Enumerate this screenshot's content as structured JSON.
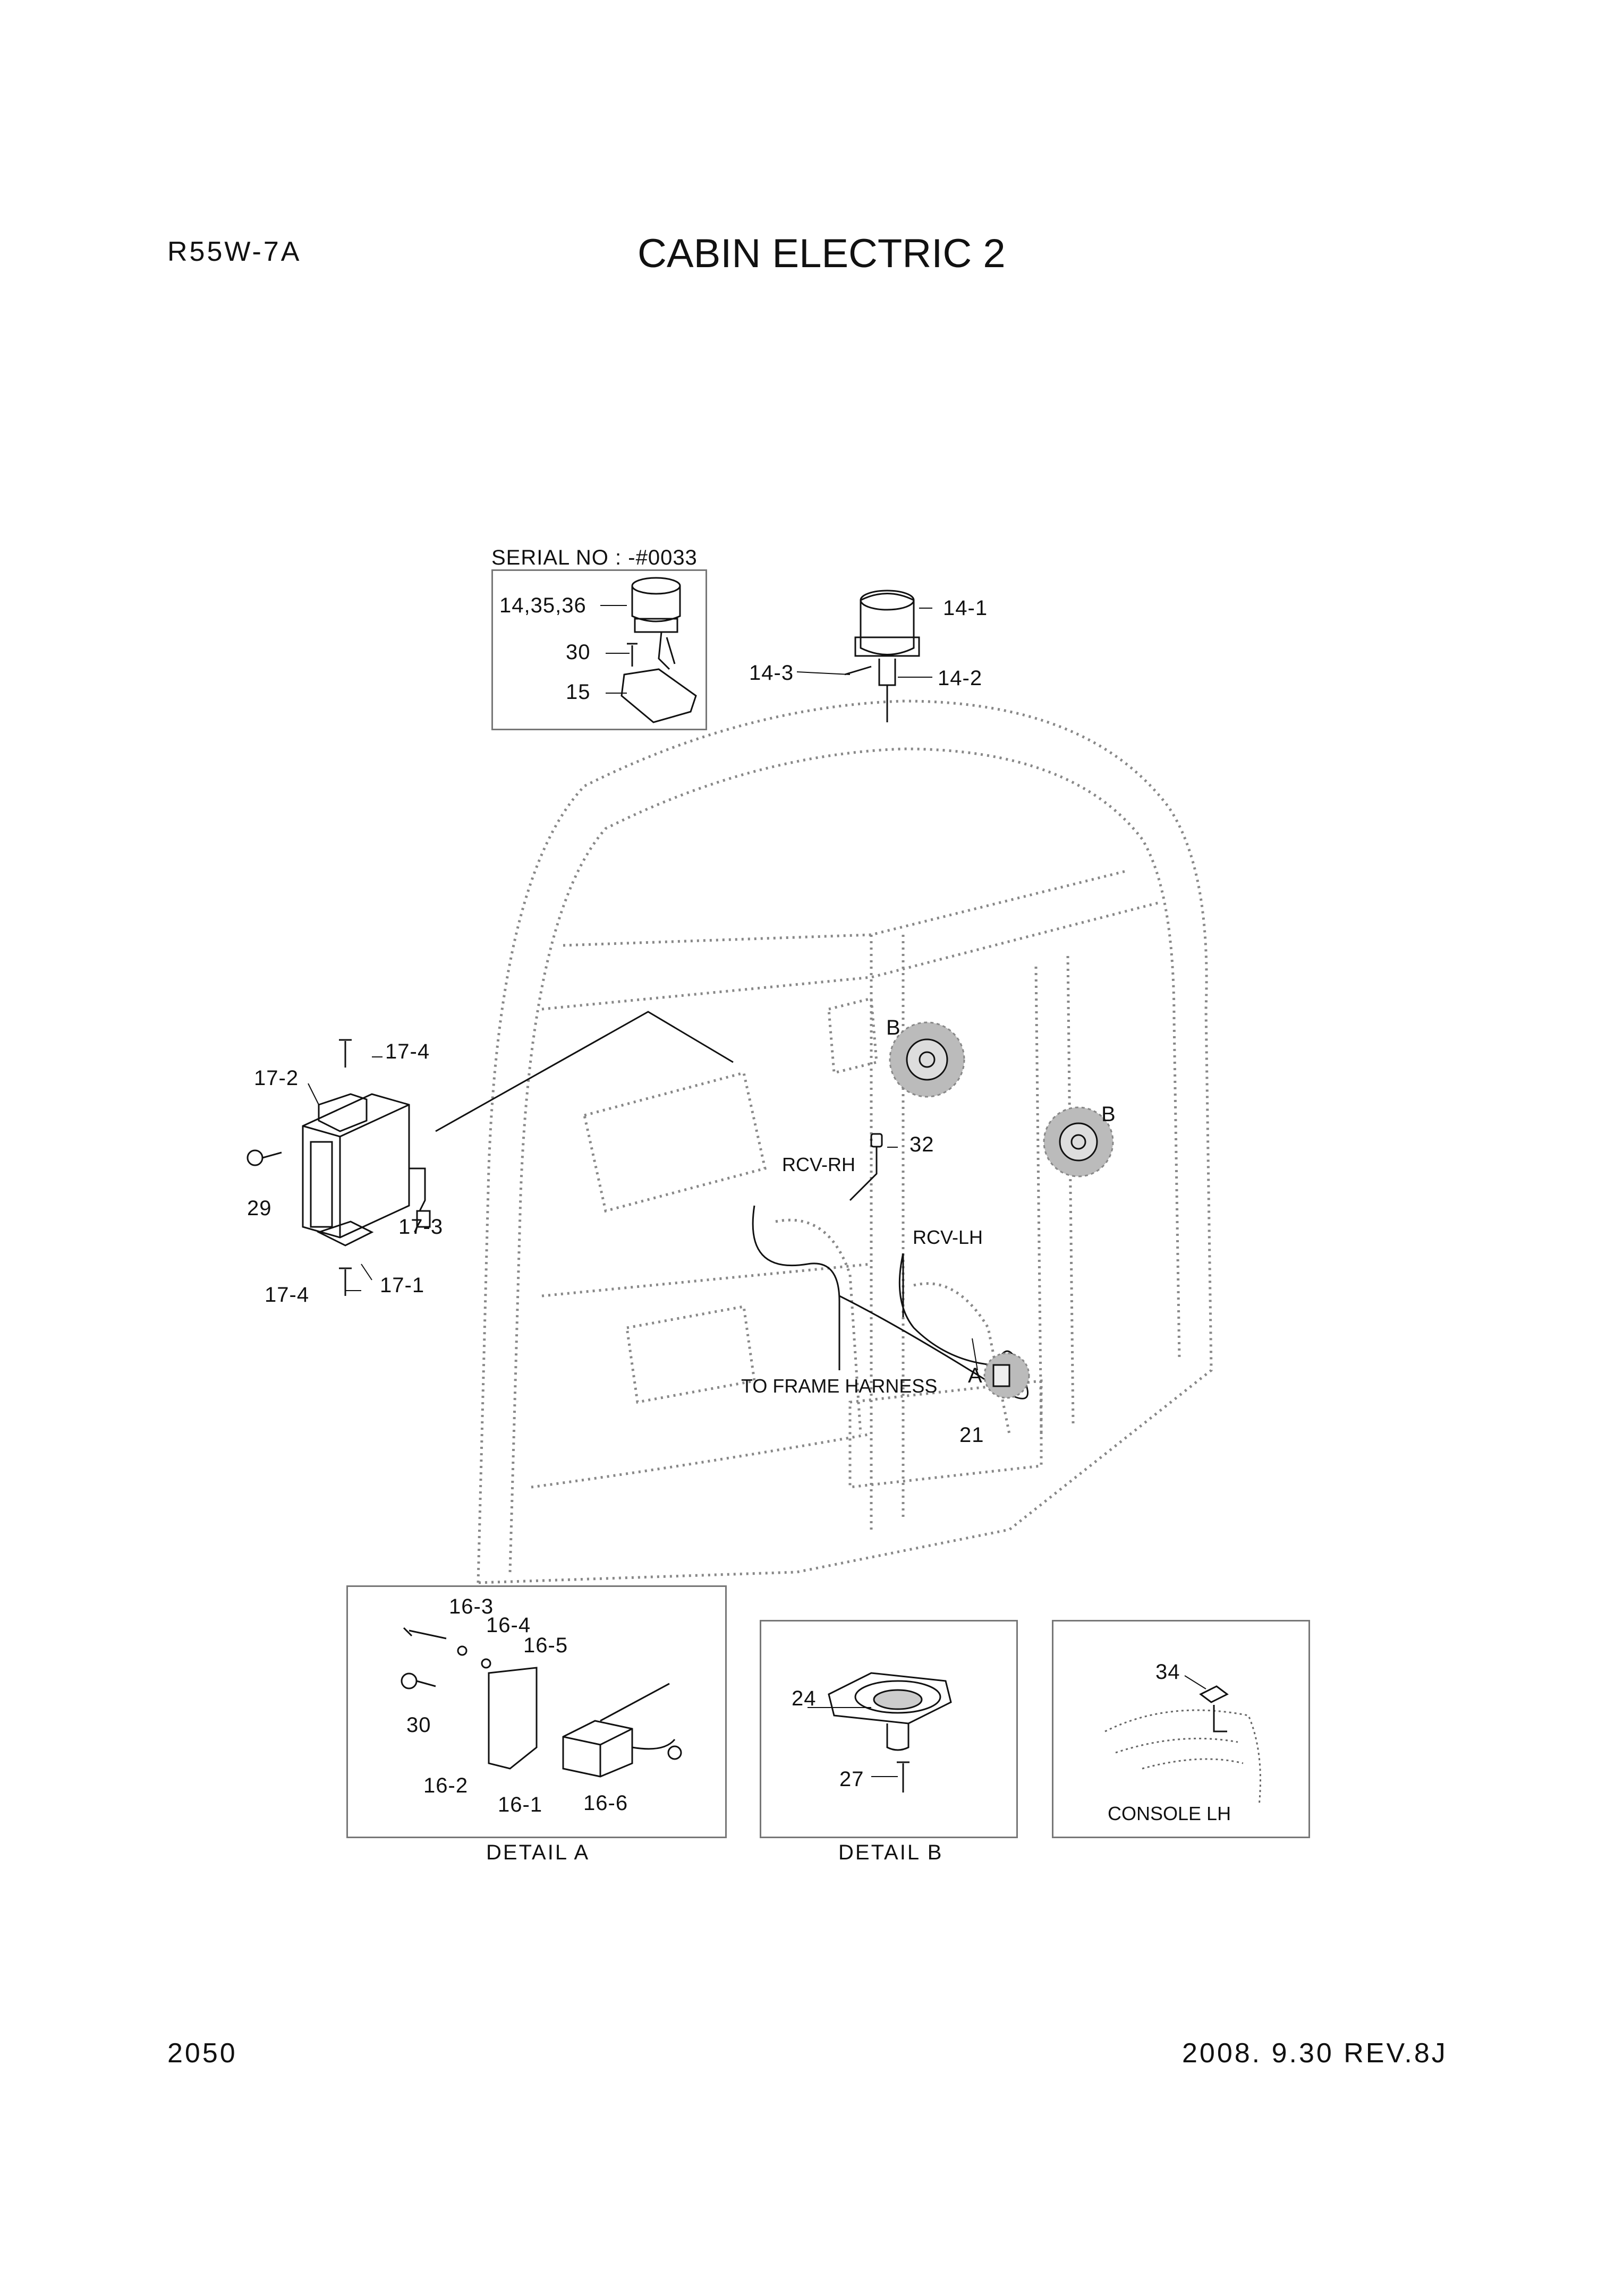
{
  "header": {
    "model": "R55W-7A",
    "title": "CABIN ELECTRIC 2"
  },
  "footer": {
    "page_number": "2050",
    "revision": "2008. 9.30 REV.8J"
  },
  "inset_serial": {
    "heading": "SERIAL NO : -#0033",
    "labels": [
      "14,35,36",
      "30",
      "15"
    ]
  },
  "beacon_labels": {
    "p14_1": "14-1",
    "p14_2": "14-2",
    "p14_3": "14-3"
  },
  "box_labels": {
    "p17_4_top": "17-4",
    "p17_2": "17-2",
    "p29": "29",
    "p17_3": "17-3",
    "p17_1": "17-1",
    "p17_4_bottom": "17-4"
  },
  "cabin_labels": {
    "b_upper": "B",
    "b_lower": "B",
    "p32": "32",
    "rcv_rh": "RCV-RH",
    "rcv_lh": "RCV-LH",
    "a": "A",
    "frame_harness": "TO FRAME HARNESS",
    "p21": "21"
  },
  "detail_a": {
    "caption": "DETAIL A",
    "labels": {
      "p16_3": "16-3",
      "p16_4": "16-4",
      "p16_5": "16-5",
      "p30": "30",
      "p16_2": "16-2",
      "p16_1": "16-1",
      "p16_6": "16-6"
    }
  },
  "detail_b": {
    "caption": "DETAIL B",
    "labels": {
      "p24": "24",
      "p27": "27"
    }
  },
  "console_detail": {
    "labels": {
      "p34": "34",
      "console": "CONSOLE LH"
    }
  }
}
